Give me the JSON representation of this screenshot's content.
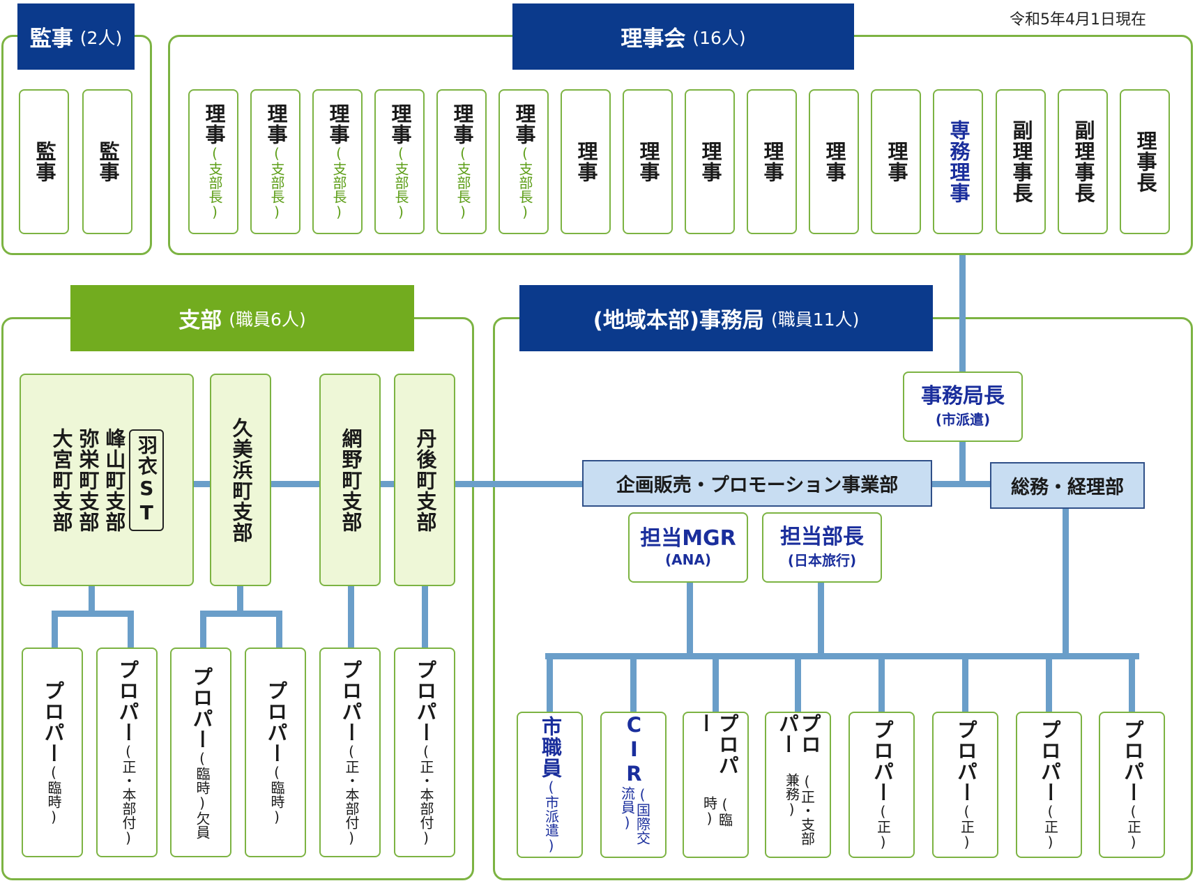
{
  "date_label": "令和5年4月1日現在",
  "auditors": {
    "title": "監事",
    "count": "(2人)",
    "members": [
      "監事",
      "監事"
    ]
  },
  "board": {
    "title": "理事会",
    "count": "(16人)",
    "members": [
      {
        "role": "理事",
        "note": "(支部長)"
      },
      {
        "role": "理事",
        "note": "(支部長)"
      },
      {
        "role": "理事",
        "note": "(支部長)"
      },
      {
        "role": "理事",
        "note": "(支部長)"
      },
      {
        "role": "理事",
        "note": "(支部長)"
      },
      {
        "role": "理事",
        "note": "(支部長)"
      },
      {
        "role": "理事",
        "note": ""
      },
      {
        "role": "理事",
        "note": ""
      },
      {
        "role": "理事",
        "note": ""
      },
      {
        "role": "理事",
        "note": ""
      },
      {
        "role": "理事",
        "note": ""
      },
      {
        "role": "理事",
        "note": ""
      },
      {
        "role": "専務理事",
        "note": ""
      },
      {
        "role": "副理事長",
        "note": ""
      },
      {
        "role": "副理事長",
        "note": ""
      },
      {
        "role": "理事長",
        "note": ""
      }
    ]
  },
  "branches": {
    "title": "支部",
    "count": "(職員6人)",
    "group": {
      "names": [
        "峰山町支部",
        "弥栄町支部",
        "大宮町支部"
      ],
      "haneda": "羽衣ST"
    },
    "kumihama": "久美浜町支部",
    "amino": "網野町支部",
    "tango": "丹後町支部",
    "staff": [
      {
        "role": "プロパー",
        "note": "(臨時)"
      },
      {
        "role": "プロパー",
        "note": "(正・本部付)"
      },
      {
        "role": "プロパー",
        "note": "(臨時)欠員"
      },
      {
        "role": "プロパー",
        "note": "(臨時)"
      },
      {
        "role": "プロパー",
        "note": "(正・本部付)"
      },
      {
        "role": "プロパー",
        "note": "(正・本部付)"
      }
    ]
  },
  "office": {
    "title": "(地域本部)事務局",
    "count": "(職員11人)",
    "director": {
      "title": "事務局長",
      "note": "(市派遣)"
    },
    "sales_dept": "企画販売・プロモーション事業部",
    "general_dept": "総務・経理部",
    "mgr": {
      "title": "担当MGR",
      "note": "(ANA)"
    },
    "dept_head": {
      "title": "担当部長",
      "note": "(日本旅行)"
    },
    "staff": [
      {
        "role": "市職員",
        "note": "(市派遣)"
      },
      {
        "role": "CIR",
        "note": "(国際交流員)"
      },
      {
        "role": "プロパー",
        "note": "(臨時)"
      },
      {
        "role": "プロパー",
        "note": "(正・支部兼務)"
      },
      {
        "role": "プロパー",
        "note": "(正)"
      },
      {
        "role": "プロパー",
        "note": "(正)"
      },
      {
        "role": "プロパー",
        "note": "(正)"
      },
      {
        "role": "プロパー",
        "note": "(正)"
      }
    ]
  }
}
